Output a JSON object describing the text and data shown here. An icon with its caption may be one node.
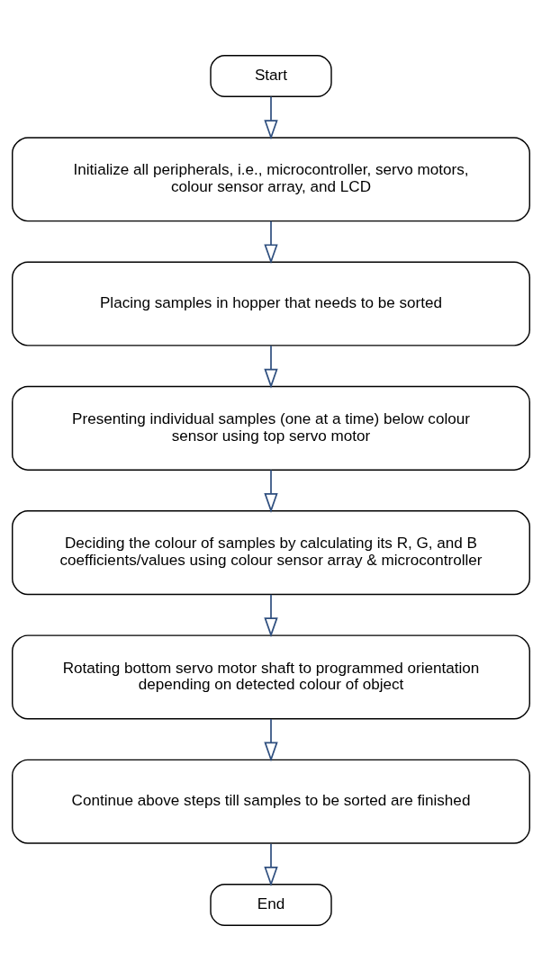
{
  "diagram": {
    "nodes": [
      {
        "text": [
          "Start"
        ]
      },
      {
        "text": [
          "Initialize all peripherals, i.e., microcontroller, servo motors, colour sensor array, and LCD"
        ]
      },
      {
        "text": [
          "Placing samples in hopper that needs to be sorted"
        ]
      },
      {
        "text": [
          "Presenting individual samples (one at a time) below colour sensor using top servo motor"
        ]
      },
      {
        "text": [
          "Deciding the colour of samples by calculating its R, G, and B coefficients/values using colour sensor array & microcontroller"
        ]
      },
      {
        "text": [
          "Rotating bottom servo motor shaft to programmed orientation depending on detected colour of object"
        ]
      },
      {
        "text": [
          "Continue above steps till samples to be sorted are finished"
        ]
      },
      {
        "text": [
          "End"
        ]
      }
    ],
    "edges": [
      {
        "from": 0,
        "to": 1,
        "arrow": "to"
      },
      {
        "from": 1,
        "to": 2,
        "arrow": "to"
      },
      {
        "from": 2,
        "to": 3,
        "arrow": "to"
      },
      {
        "from": 3,
        "to": 4,
        "arrow": "to"
      },
      {
        "from": 4,
        "to": 5,
        "arrow": "to"
      },
      {
        "from": 5,
        "to": 6,
        "arrow": "to"
      },
      {
        "from": 6,
        "to": 7,
        "arrow": "to"
      }
    ]
  }
}
